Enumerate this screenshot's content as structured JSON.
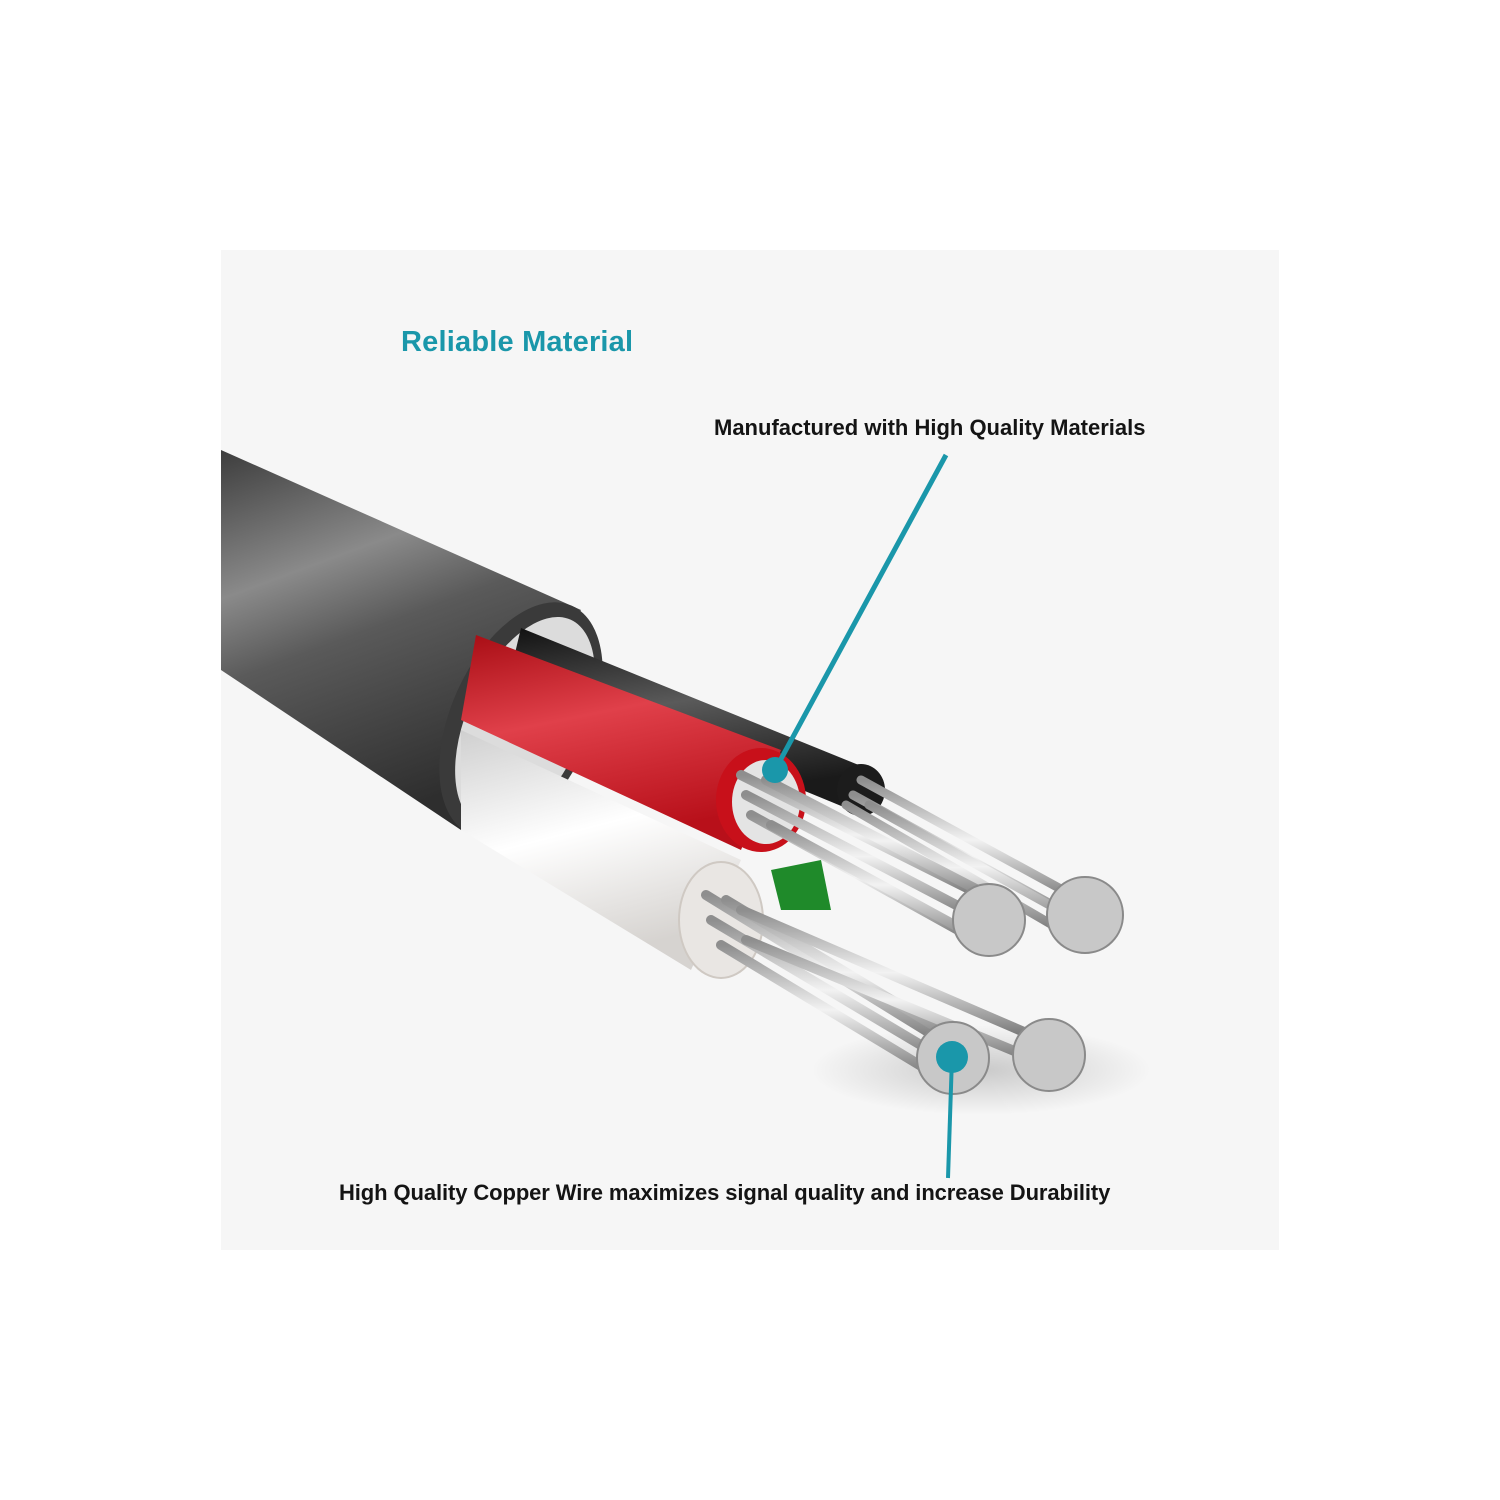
{
  "panel": {
    "background": "#f6f6f6",
    "title": "Reliable Material",
    "title_color": "#1a97aa"
  },
  "callouts": [
    {
      "id": "jacket",
      "text": "Manufactured with High Quality Materials",
      "points_to": "red-insulated-conductor"
    },
    {
      "id": "copper",
      "text": "High Quality Copper Wire maximizes signal quality and increase Durability",
      "points_to": "stranded-wire-end"
    }
  ],
  "illustration": {
    "subject": "cable-cross-section",
    "jacket_color": "#4a4a4a",
    "conductors": [
      {
        "insulation": "red",
        "color": "#d4141e"
      },
      {
        "insulation": "black",
        "color": "#1c1c1c"
      },
      {
        "insulation": "white",
        "color": "#e9e6e3"
      },
      {
        "insulation": "green",
        "color": "#1f8a2a"
      }
    ],
    "accent_color": "#1a97aa"
  }
}
